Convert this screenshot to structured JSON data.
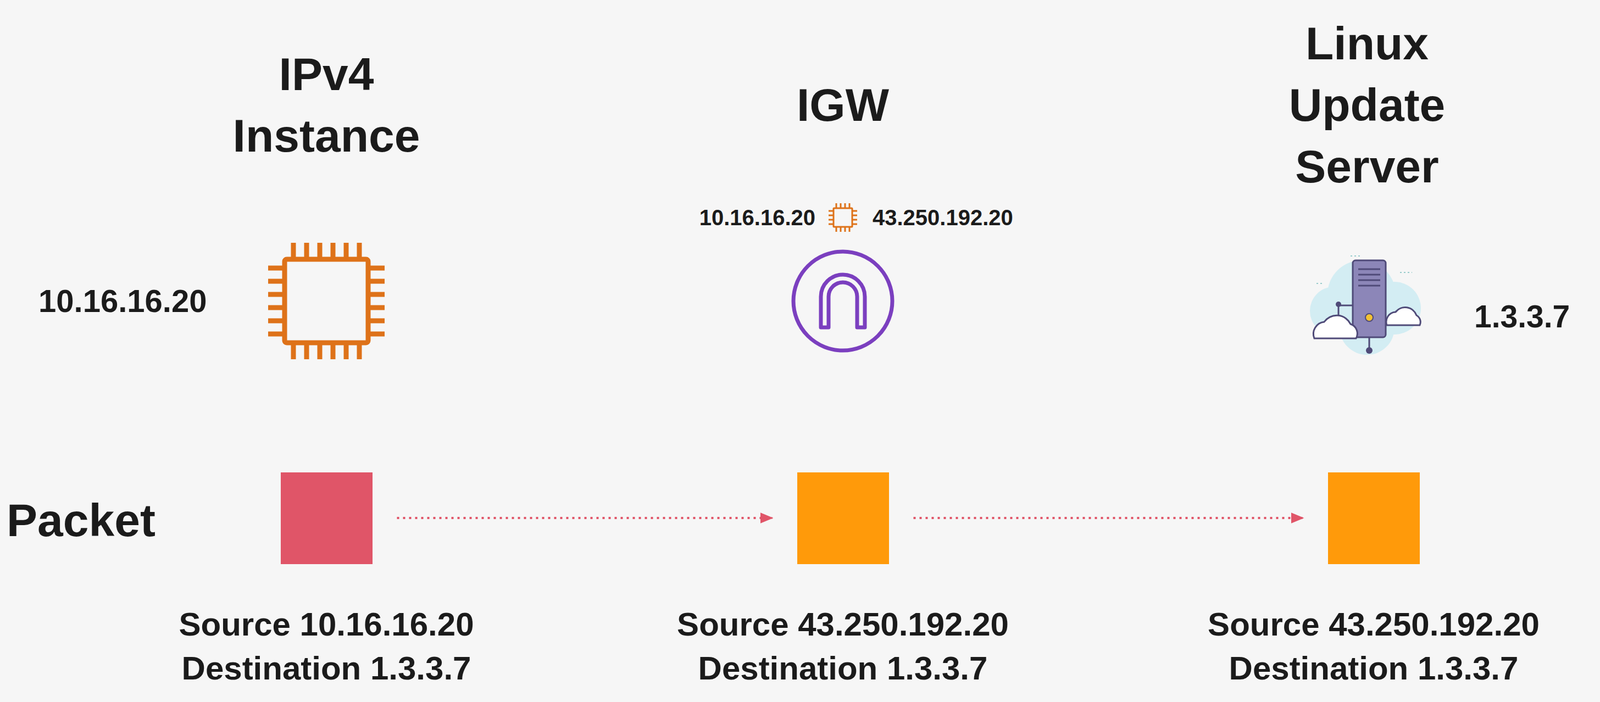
{
  "diagram": {
    "nodes": [
      {
        "text": [
          "Source 10.16.16.20",
          "Destination 1.3.3.7"
        ]
      },
      {
        "text": [
          "Source 43.250.192.20",
          "Destination 1.3.3.7"
        ]
      },
      {
        "text": [
          "Source 43.250.192.20",
          "Destination 1.3.3.7"
        ]
      }
    ],
    "edges": [
      {
        "from": 0,
        "to": 1,
        "arrow": "to"
      },
      {
        "from": 1,
        "to": 2,
        "arrow": "to"
      }
    ],
    "labels": [
      "IPv4 Instance",
      "IGW",
      "Linux Update Server",
      "10.16.16.20",
      "10.16.16.20",
      "43.250.192.20",
      "1.3.3.7",
      "Packet"
    ]
  }
}
